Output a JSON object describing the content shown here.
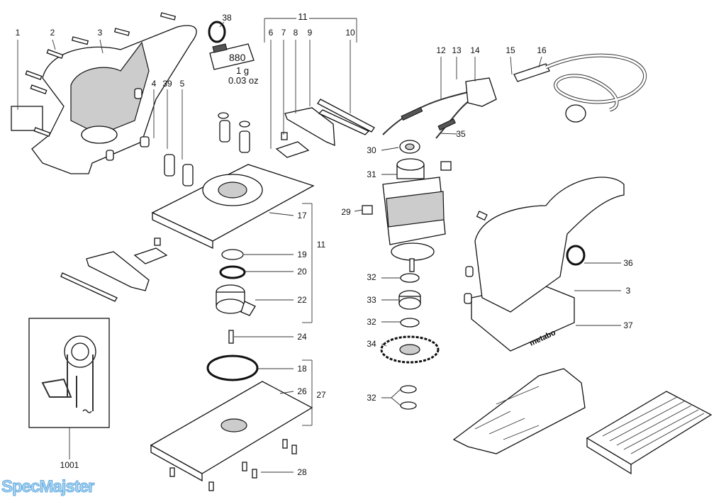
{
  "diagram": {
    "callouts": [
      "1",
      "2",
      "3",
      "38",
      "11",
      "6",
      "7",
      "8",
      "9",
      "10",
      "12",
      "13",
      "14",
      "15",
      "16",
      "4",
      "39",
      "5",
      "30",
      "35",
      "31",
      "29",
      "17",
      "11",
      "19",
      "20",
      "22",
      "24",
      "18",
      "26",
      "27",
      "28",
      "32",
      "33",
      "32",
      "34",
      "32",
      "36",
      "3",
      "37",
      "1001"
    ],
    "grease_tube": {
      "code": "880",
      "weight": "1 g",
      "weight_oz": "0.03 oz"
    },
    "brand_logo": "metabo",
    "watermark": "SpecMajster"
  }
}
